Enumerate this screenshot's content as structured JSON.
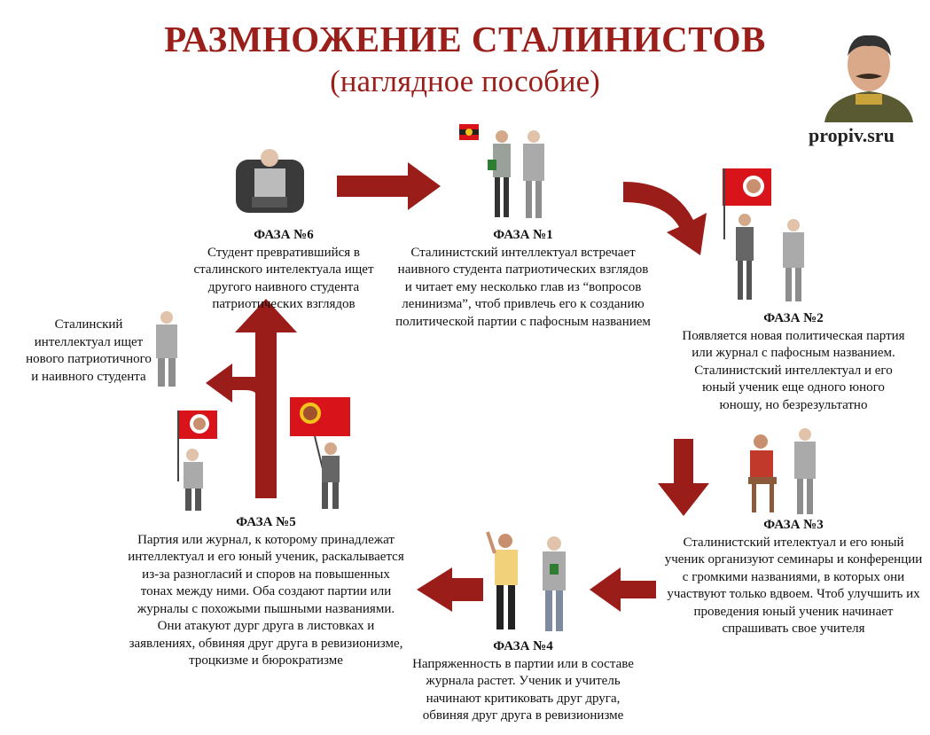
{
  "header": {
    "title": "РАЗМНОЖЕНИЕ СТАЛИНИСТОВ",
    "subtitle": "(наглядное пособие)",
    "site": "propiv.sru"
  },
  "colors": {
    "accent": "#9a1f1a",
    "arrow": "#9b1d1a",
    "flag": "#d8141a"
  },
  "phases": [
    {
      "title": "ФАЗА №1",
      "text": "Сталинистский интеллектуал встречает\nнаивного студента патриотических взглядов\nи читает ему несколько глав из “вопросов\nленинизма”, чтоб привлечь его к созданию\nполитической партии с пафосным названием"
    },
    {
      "title": "ФАЗА №2",
      "text": "Появляется новая политическая партия\nили журнал с пафосным названием.\nСталинистский интеллектуал и его\nюный ученик еще одного юного\nюношу, но безрезультатно"
    },
    {
      "title": "ФАЗА №3",
      "text": "Сталинистский ителектуал и его юный\nученик организуют семинары и конференции\nс громкими названиями, в которых они\nучаствуют только вдвоем. Чтоб улучшить их\nпроведения юный ученик начинает\nспрашивать свое учителя"
    },
    {
      "title": "ФАЗА №4",
      "text": "Напряженность в партии или в составе\nжурнала растет. Ученик и учитель\nначинают критиковать друг друга,\nобвиняя друг друга в ревизионизме"
    },
    {
      "title": "ФАЗА №5",
      "text": "Партия или журнал, к которому принадлежат\nинтеллектуал и его юный ученик, раскалывается\nиз-за разногласий и споров на повышенных\nтонах между ними. Оба создают партии или\nжурналы с похожыми пышными названиями.\nОни атакуют дург друга в листовках и\nзаявлениях, обвиняя друг друга в ревизионизме,\nтроцкизме и бюрократизме"
    },
    {
      "title": "ФАЗА №6",
      "text": "Студент превратившийся в\nсталинского интелектуала ищет\nдругого наивного студента\nпатриотических взглядов"
    }
  ],
  "side_note": "Сталинский\nинтеллектуал ищет\nнового патриотичного\nи наивного студента"
}
